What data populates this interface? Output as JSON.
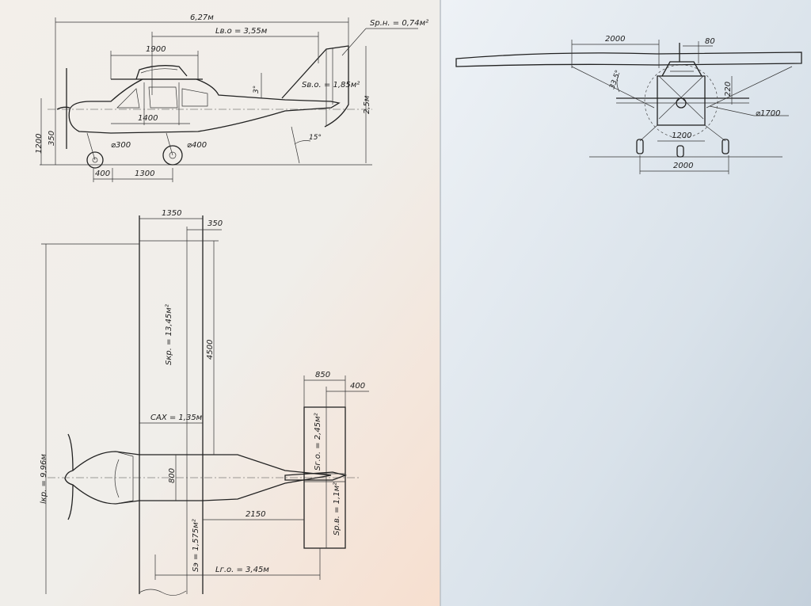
{
  "side_view": {
    "overall_length": "6,27м",
    "tail_arm": "Lв.о = 3,55м",
    "rudder_area": "Sр.н. = 0,74м²",
    "fin_area": "Sв.о. = 1,85м²",
    "cabin_length": "1900",
    "fuselage_width": "1400",
    "incidence": "3°",
    "height": "2,5м",
    "ground_height": "1200",
    "axis_height": "350",
    "tail_angle": "15°",
    "nose_wheel": "⌀300",
    "main_wheel": "⌀400",
    "nose_offset": "400",
    "wheelbase": "1300"
  },
  "front_view": {
    "half_span": "2000",
    "top_offset": "80",
    "strut_angle": "33,5°",
    "gap": "220",
    "prop_diameter": "⌀1700",
    "body_width": "1200",
    "track": "2000"
  },
  "top_view": {
    "wing_chord": "1350",
    "aileron_chord": "350",
    "wing_area": "Sкр. = 13,45м²",
    "half_span_dim": "4500",
    "mac": "САХ = 1,35м",
    "span": "lкр. = 9,96м",
    "fuselage_width": "800",
    "stab_chord": "850",
    "elevator_chord": "400",
    "stab_area": "Sг.о. = 2,45м²",
    "tail_distance": "2150",
    "elevator_area": "Sр.в. = 1,1м²",
    "aileron_area": "Sэ = 1,575м²",
    "tail_arm": "Lг.о. = 3,45м"
  }
}
